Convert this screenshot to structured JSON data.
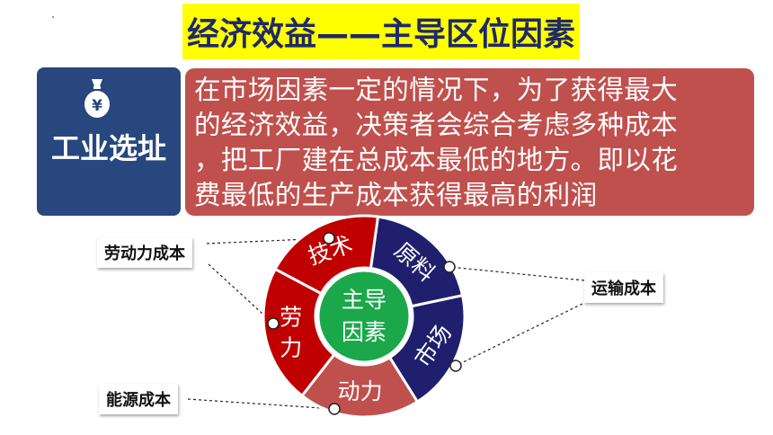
{
  "title": "经济效益——主导区位因素",
  "side": {
    "label": "工业选址",
    "icon": "money-bag-yen-icon"
  },
  "description": [
    "在市场因素一定的情况下，为了获得最大",
    "的经济效益，决策者会综合考虑多种成本",
    "，把工厂建在总成本最低的地方。即以花",
    "费最低的生产成本获得最高的利润"
  ],
  "wheel": {
    "center": [
      "主导",
      "因素"
    ],
    "segments": [
      {
        "label": "技术",
        "color": "#c00000"
      },
      {
        "label": "原料",
        "color": "#1f1f6e"
      },
      {
        "label": "市场",
        "color": "#1f1f6e"
      },
      {
        "label": "动力",
        "color": "#c0504d"
      },
      {
        "label": "劳力",
        "color": "#c00000"
      }
    ]
  },
  "callouts": {
    "labor_cost": "劳动力成本",
    "transport_cost": "运输成本",
    "energy_cost": "能源成本"
  },
  "colors": {
    "title_bg": "#ffff00",
    "title_text": "#1f2a66",
    "side_box": "#27477e",
    "desc_box": "#c0504d",
    "center": "#1aa84b"
  }
}
